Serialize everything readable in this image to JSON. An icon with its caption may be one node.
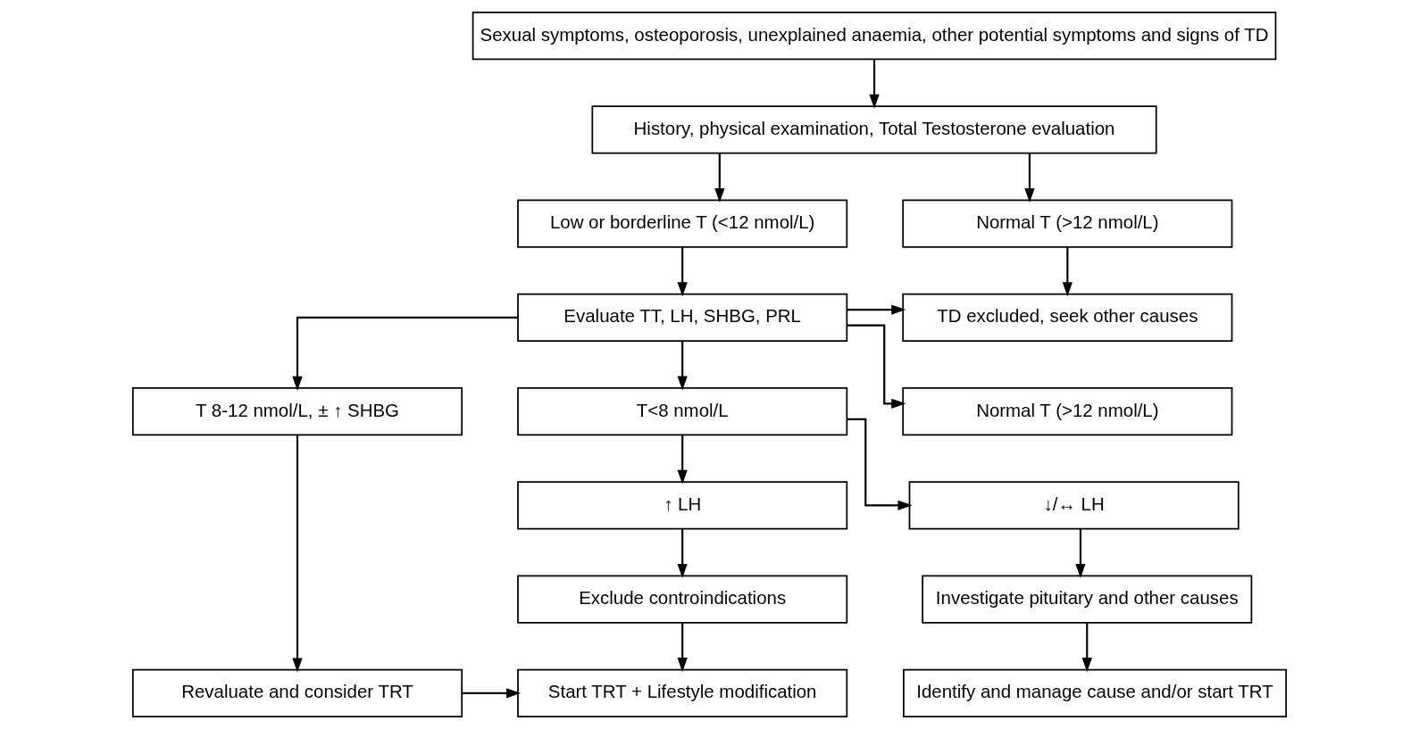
{
  "diagram": {
    "nodes": [
      {
        "text": [
          "Sexual symptoms, osteoporosis, unexplained anaemia, other potential symptoms and signs of TD"
        ]
      },
      {
        "text": [
          "History, physical examination, Total Testosterone evaluation"
        ]
      },
      {
        "text": [
          "Low or borderline T (<12 nmol/L)"
        ]
      },
      {
        "text": [
          "Normal T (>12 nmol/L)"
        ]
      },
      {
        "text": [
          "Evaluate TT, LH, SHBG, PRL"
        ]
      },
      {
        "text": [
          "TD excluded, seek other causes"
        ]
      },
      {
        "text": [
          "T 8-12 nmol/L, ± ↑ SHBG"
        ]
      },
      {
        "text": [
          "T<8 nmol/L"
        ]
      },
      {
        "text": [
          "Normal T (>12 nmol/L)"
        ]
      },
      {
        "text": [
          "↑ LH"
        ]
      },
      {
        "text": [
          "↓/↔ LH"
        ]
      },
      {
        "text": [
          "Exclude controindications"
        ]
      },
      {
        "text": [
          "Investigate pituitary and other causes"
        ]
      },
      {
        "text": [
          "Revaluate and consider TRT"
        ]
      },
      {
        "text": [
          "Start TRT + Lifestyle modification"
        ]
      },
      {
        "text": [
          "Identify and manage cause and/or start TRT"
        ]
      }
    ],
    "edges": [
      {
        "from": 0,
        "to": 1,
        "arrow": "to"
      },
      {
        "from": 1,
        "to": 2,
        "arrow": "to"
      },
      {
        "from": 1,
        "to": 3,
        "arrow": "to"
      },
      {
        "from": 2,
        "to": 4,
        "arrow": "to"
      },
      {
        "from": 3,
        "to": 5,
        "arrow": "to"
      },
      {
        "from": 4,
        "to": 6,
        "arrow": "to"
      },
      {
        "from": 4,
        "to": 7,
        "arrow": "to"
      },
      {
        "from": 4,
        "to": 8,
        "arrow": "to"
      },
      {
        "from": 4,
        "to": 5,
        "arrow": "to"
      },
      {
        "from": 7,
        "to": 9,
        "arrow": "to"
      },
      {
        "from": 7,
        "to": 10,
        "arrow": "to"
      },
      {
        "from": 9,
        "to": 11,
        "arrow": "to"
      },
      {
        "from": 10,
        "to": 12,
        "arrow": "to"
      },
      {
        "from": 6,
        "to": 13,
        "arrow": "to"
      },
      {
        "from": 11,
        "to": 14,
        "arrow": "to"
      },
      {
        "from": 12,
        "to": 15,
        "arrow": "to"
      },
      {
        "from": 13,
        "to": 14,
        "arrow": "to"
      }
    ]
  }
}
